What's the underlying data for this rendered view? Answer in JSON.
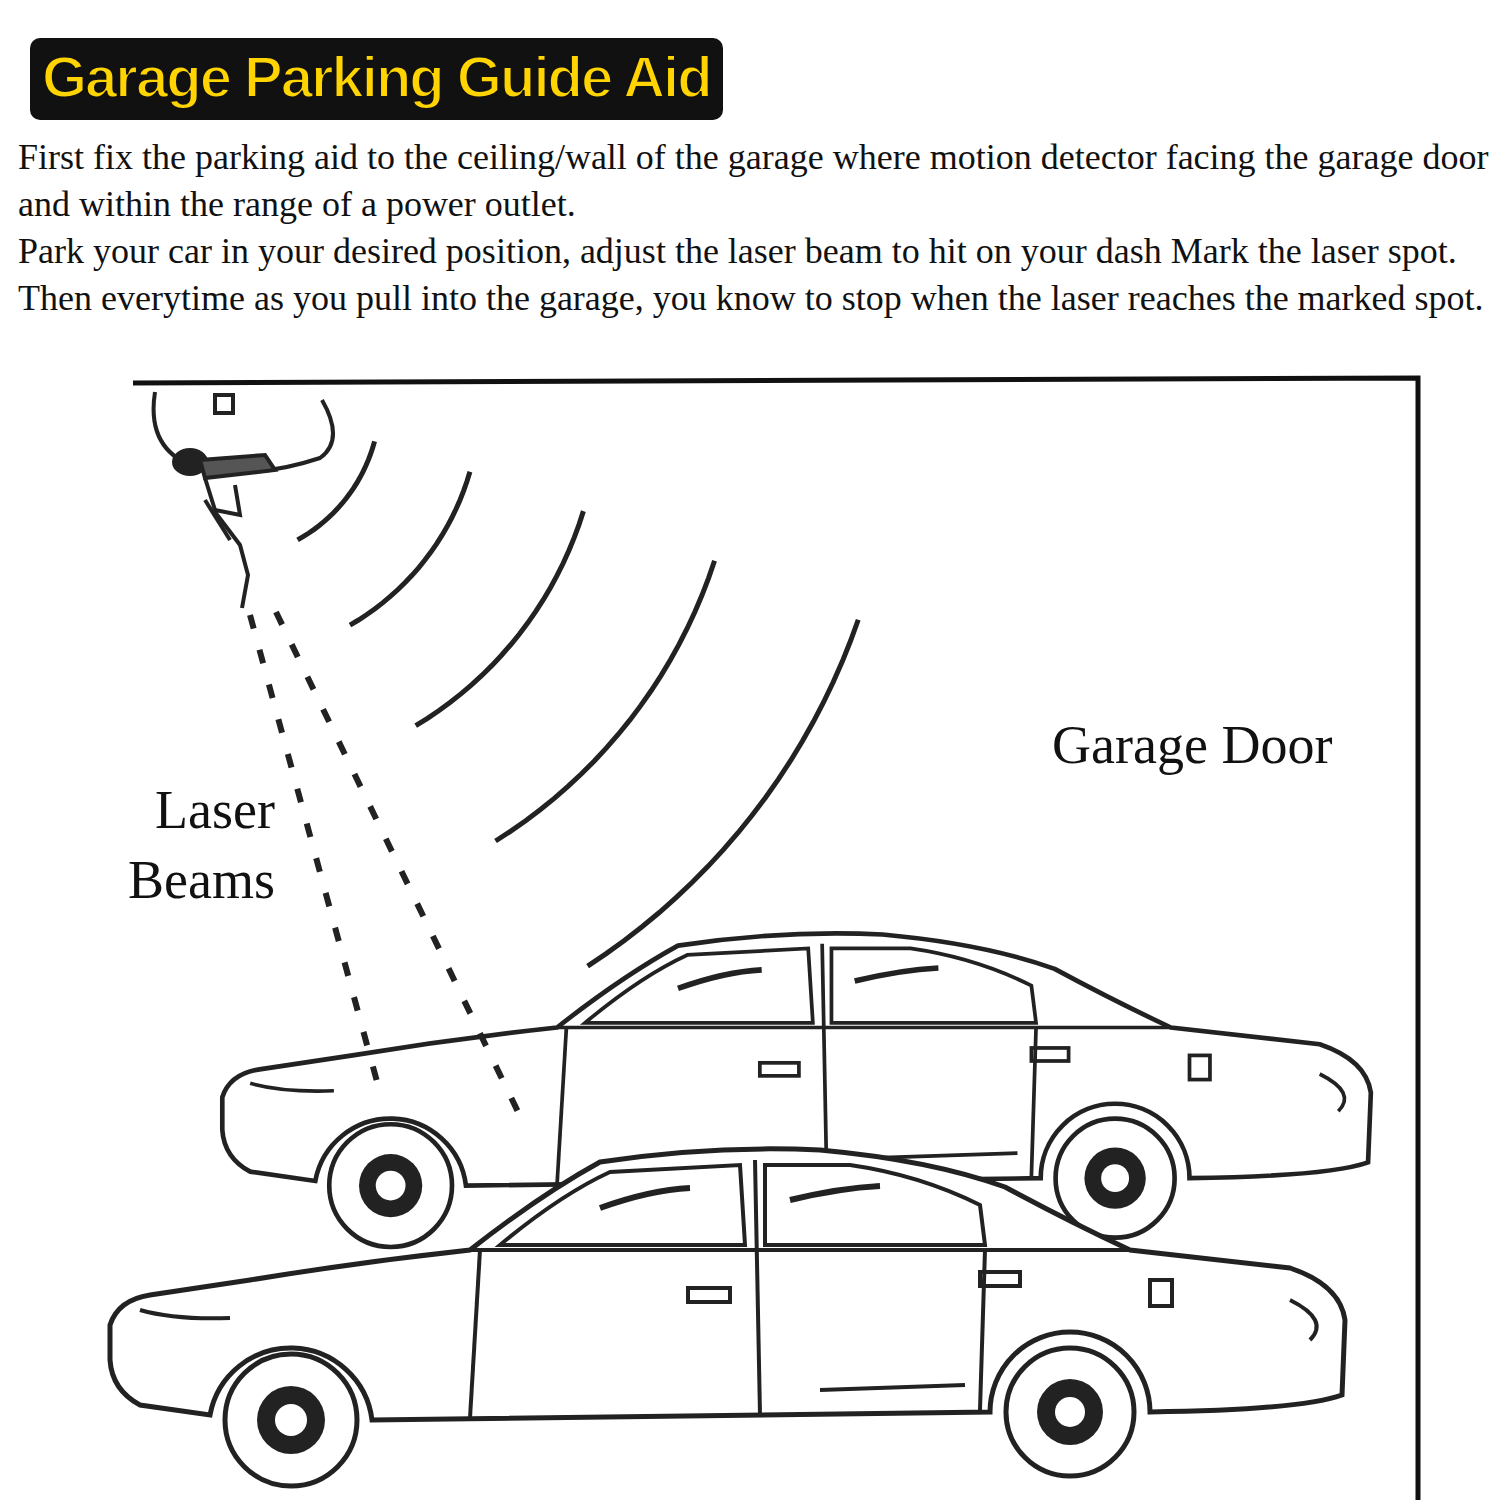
{
  "diagram": {
    "title": "Garage Parking Guide Aid",
    "labels": [
      "First fix the parking aid to the ceiling/wall of the garage where motion detector facing the garage door and within the range of a power outlet.",
      "Park your car in your desired position, adjust the laser beam to hit on your dash Mark the laser spot. Then everytime as you pull into the garage, you know to stop when the laser reaches the marked spot.",
      "Laser Beams",
      "Garage Door"
    ]
  }
}
